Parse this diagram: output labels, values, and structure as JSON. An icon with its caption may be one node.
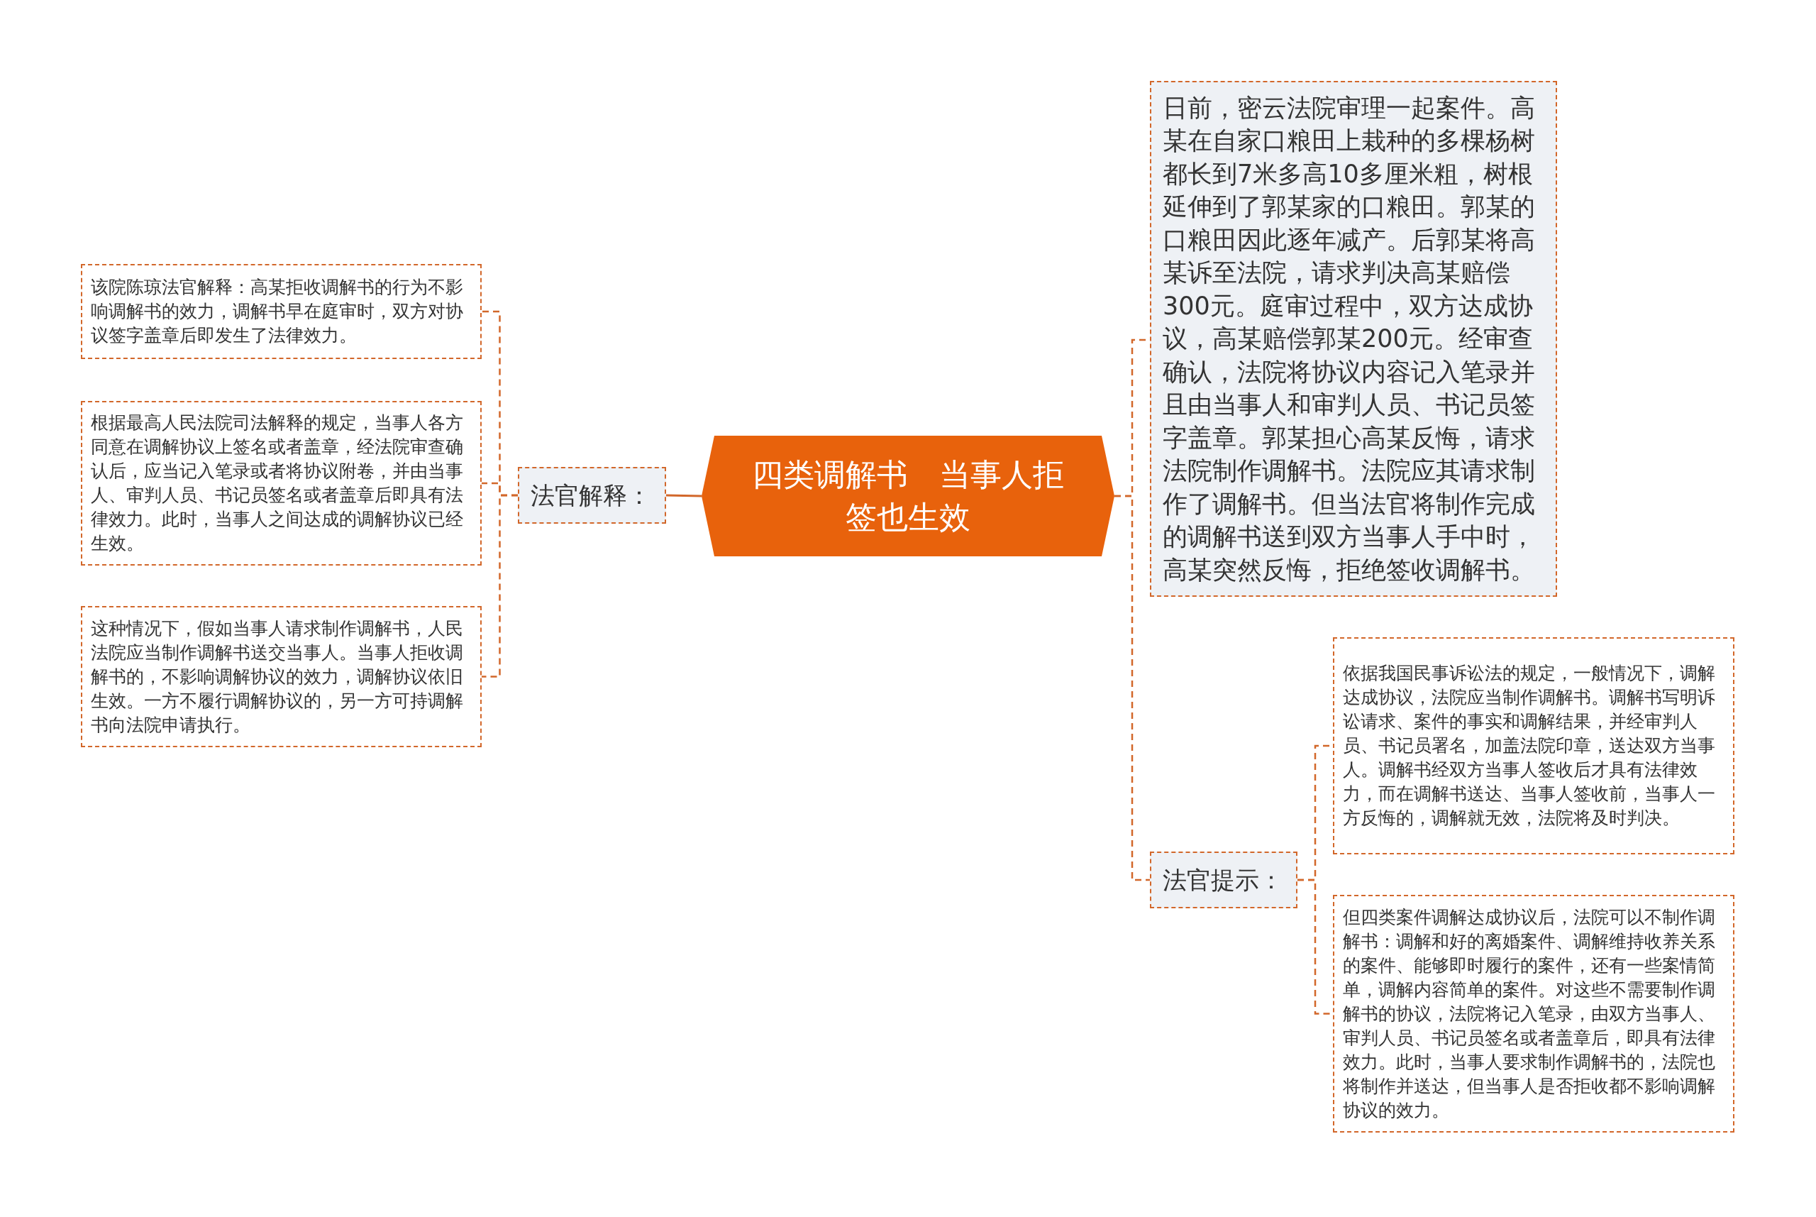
{
  "diagram": {
    "nodes": [
      {
        "text": [
          "四类调解书　当事人拒签也生效"
        ]
      },
      {
        "text": [
          "法官解释："
        ]
      },
      {
        "text": [
          "该院陈琼法官解释：高某拒收调解书的行为不影响调解书的效力，调解书早在庭审时，双方对协议签字盖章后即发生了法律效力。"
        ]
      },
      {
        "text": [
          "根据最高人民法院司法解释的规定，当事人各方同意在调解协议上签名或者盖章，经法院审查确认后，应当记入笔录或者将协议附卷，并由当事人、审判人员、书记员签名或者盖章后即具有法律效力。此时，当事人之间达成的调解协议已经生效。"
        ]
      },
      {
        "text": [
          "这种情况下，假如当事人请求制作调解书，人民法院应当制作调解书送交当事人。当事人拒收调解书的，不影响调解协议的效力，调解协议依旧生效。一方不履行调解协议的，另一方可持调解书向法院申请执行。"
        ]
      },
      {
        "text": [
          "日前，密云法院审理一起案件。高某在自家口粮田上栽种的多棵杨树都长到7米多高10多厘米粗，树根延伸到了郭某家的口粮田。郭某的口粮田因此逐年减产。后郭某将高某诉至法院，请求判决高某赔偿300元。庭审过程中，双方达成协议，高某赔偿郭某200元。经审查确认，法院将协议内容记入笔录并且由当事人和审判人员、书记员签字盖章。郭某担心高某反悔，请求法院制作调解书。法院应其请求制作了调解书。但当法官将制作完成的调解书送到双方当事人手中时，高某突然反悔，拒绝签收调解书。"
        ]
      },
      {
        "text": [
          "法官提示："
        ]
      },
      {
        "text": [
          "依据我国民事诉讼法的规定，一般情况下，调解达成协议，法院应当制作调解书。调解书写明诉讼请求、案件的事实和调解结果，并经审判人员、书记员署名，加盖法院印章，送达双方当事人。调解书经双方当事人签收后才具有法律效力，而在调解书送达、当事人签收前，当事人一方反悔的，调解就无效，法院将及时判决。"
        ]
      },
      {
        "text": [
          "但四类案件调解达成协议后，法院可以不制作调解书：调解和好的离婚案件、调解维持收养关系的案件、能够即时履行的案件，还有一些案情简单，调解内容简单的案件。对这些不需要制作调解书的协议，法院将记入笔录，由双方当事人、审判人员、书记员签名或者盖章后，即具有法律效力。此时，当事人要求制作调解书的，法院也将制作并送达，但当事人是否拒收都不影响调解协议的效力。"
        ]
      }
    ],
    "edges": [
      {
        "from": 0,
        "to": 1,
        "arrow": "none"
      },
      {
        "from": 1,
        "to": 2,
        "arrow": "none",
        "style": "dashed"
      },
      {
        "from": 1,
        "to": 3,
        "arrow": "none",
        "style": "dashed"
      },
      {
        "from": 1,
        "to": 4,
        "arrow": "none",
        "style": "dashed"
      },
      {
        "from": 0,
        "to": 5,
        "arrow": "none",
        "style": "dashed"
      },
      {
        "from": 0,
        "to": 6,
        "arrow": "none",
        "style": "dashed"
      },
      {
        "from": 6,
        "to": 7,
        "arrow": "none",
        "style": "dashed"
      },
      {
        "from": 6,
        "to": 8,
        "arrow": "none",
        "style": "dashed"
      }
    ]
  }
}
